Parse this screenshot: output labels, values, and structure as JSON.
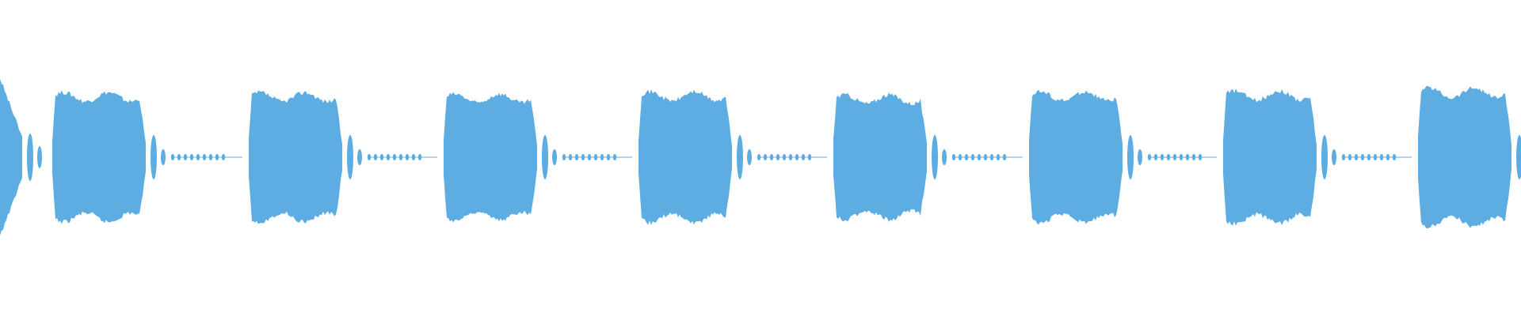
{
  "waveform": {
    "color": "#5dade2",
    "segments": [
      {
        "type": "burst",
        "amplitude": 1.0,
        "decay": 0.35
      },
      {
        "type": "burst",
        "amplitude": 0.82
      },
      {
        "type": "burst",
        "amplitude": 0.82
      },
      {
        "type": "burst",
        "amplitude": 0.8
      },
      {
        "type": "burst",
        "amplitude": 0.83
      },
      {
        "type": "burst",
        "amplitude": 0.79
      },
      {
        "type": "burst",
        "amplitude": 0.83
      },
      {
        "type": "burst",
        "amplitude": 0.84
      },
      {
        "type": "burst",
        "amplitude": 0.88
      }
    ]
  }
}
